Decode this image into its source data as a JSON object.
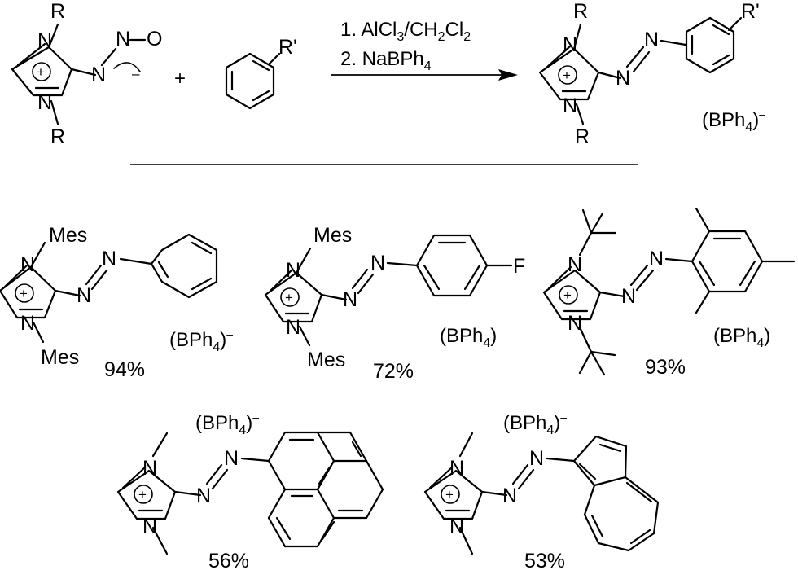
{
  "reaction": {
    "reactant_sub_R": "R",
    "reactant_anion_atoms": {
      "N1": "N",
      "N2": "N",
      "O": "O"
    },
    "reactant_anion_charge": "–",
    "cation_charge": "+",
    "plus_sign": "+",
    "arene_substituent": "R'",
    "conditions": {
      "step1": {
        "prefix": "1. AlCl",
        "s1": "3",
        "mid": "/CH",
        "s2": "2",
        "mid2": "Cl",
        "s3": "2"
      },
      "step2": {
        "prefix": "2. NaBPh",
        "s1": "4"
      }
    },
    "product_sub_R": "R",
    "product_arene_substituent": "R'",
    "counterion": {
      "base": "(BPh",
      "sub": "4",
      "close": ")",
      "charge": "–"
    }
  },
  "products": [
    {
      "id": "p1",
      "n_substituent": "Mes",
      "yield": "94%"
    },
    {
      "id": "p2",
      "n_substituent": "Mes",
      "aryl_substituent": "F",
      "yield": "72%"
    },
    {
      "id": "p3",
      "yield": "93%"
    },
    {
      "id": "p4",
      "yield": "56%"
    },
    {
      "id": "p5",
      "yield": "53%"
    }
  ],
  "atoms": {
    "N": "N"
  }
}
